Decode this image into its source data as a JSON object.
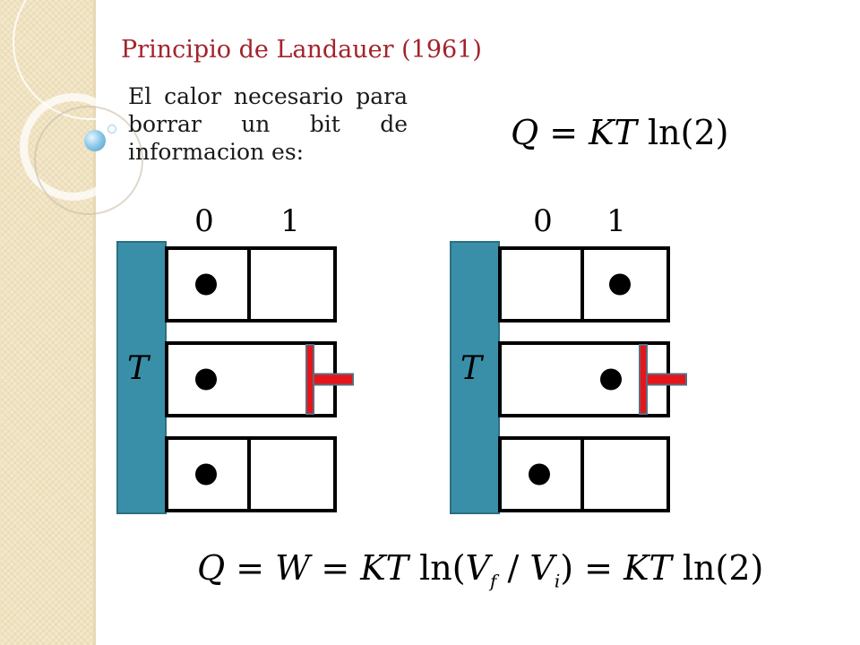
{
  "slide": {
    "title": "Principio de Landauer (1961)",
    "body": "El calor necesario para borrar un bit de informacion es:",
    "formula_top": {
      "q": "Q",
      "rhs": "KT",
      "ln": "ln(2)"
    },
    "formula_bottom": {
      "q": "Q",
      "w": "W",
      "kt1": "KT",
      "ln_open": "ln(",
      "vf": "V",
      "vf_sub": "f",
      "vi": "V",
      "vi_sub": "i",
      "ln_close": ")",
      "kt2": "KT",
      "ln2": "ln(2)"
    }
  },
  "diagram": {
    "reservoir_label": "T",
    "column_labels": [
      "0",
      "1"
    ],
    "left_panel": {
      "rows": [
        "left",
        "left-piston",
        "left"
      ]
    },
    "right_panel": {
      "rows": [
        "right",
        "right-piston",
        "left"
      ]
    }
  },
  "colors": {
    "title": "#a3232b",
    "reservoir": "#3a8fa8",
    "piston": "#e8141b",
    "sidebar": "#f3e7c9"
  }
}
